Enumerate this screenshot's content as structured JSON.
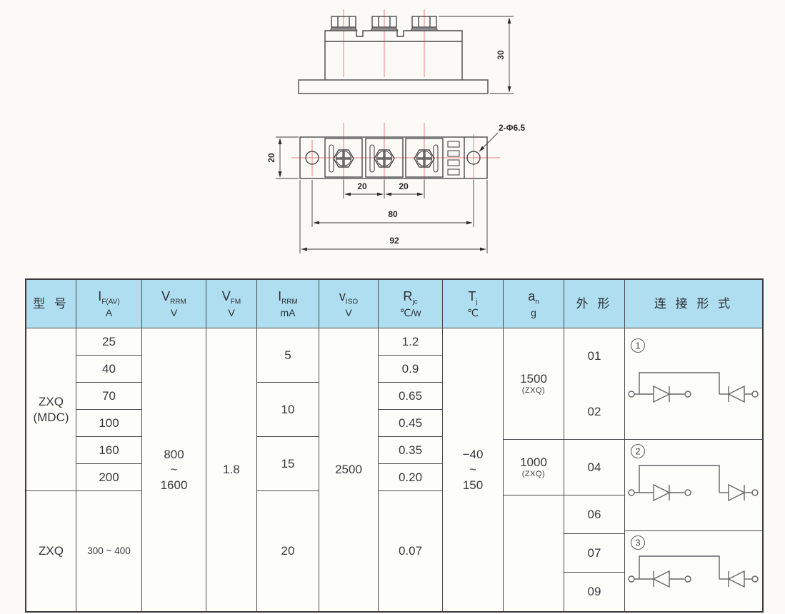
{
  "drawing": {
    "side_view": {
      "height_dim": "30"
    },
    "top_view": {
      "body_height": "20",
      "pitch_left": "20",
      "pitch_right": "20",
      "hole_span": "80",
      "total_width": "92",
      "hole_note": "2-Φ6.5"
    }
  },
  "table": {
    "headers": {
      "model": "型 号",
      "if_sym": "I",
      "if_sub": "F(AV)",
      "if_unit": "A",
      "vrrm_sym": "V",
      "vrrm_sub": "RRM",
      "vrrm_unit": "V",
      "vfm_sym": "V",
      "vfm_sub": "FM",
      "vfm_unit": "V",
      "irrm_sym": "I",
      "irrm_sub": "RRM",
      "irrm_unit": "mA",
      "viso_sym": "v",
      "viso_sub": "ISO",
      "viso_unit": "V",
      "rjc_sym": "R",
      "rjc_sub": "jc",
      "rjc_unit": "℃/w",
      "tj_sym": "T",
      "tj_sub": "j",
      "tj_unit": "℃",
      "an_sym": "a",
      "an_sub": "n",
      "an_unit": "g",
      "outline": "外 形",
      "connection": "连 接 形 式"
    },
    "model": {
      "group1_line1": "ZXQ",
      "group1_line2": "(MDC)",
      "group2": "ZXQ"
    },
    "if_values": [
      "25",
      "40",
      "70",
      "100",
      "160",
      "200"
    ],
    "if_group2": "300 ~ 400",
    "vrrm": [
      "800",
      "~",
      "1600"
    ],
    "vfm": "1.8",
    "irrm": [
      "5",
      "10",
      "15",
      "20"
    ],
    "viso": "2500",
    "rjc": [
      "1.2",
      "0.9",
      "0.65",
      "0.45",
      "0.35",
      "0.20",
      "0.07"
    ],
    "tj": [
      "−40",
      "~",
      "150"
    ],
    "an": [
      {
        "value": "1500",
        "note": "(ZXQ)"
      },
      {
        "value": "1000",
        "note": "(ZXQ)"
      }
    ],
    "outline": [
      "01",
      "02",
      "04",
      "06",
      "07",
      "09"
    ],
    "circuits": [
      "1",
      "2",
      "3"
    ]
  }
}
